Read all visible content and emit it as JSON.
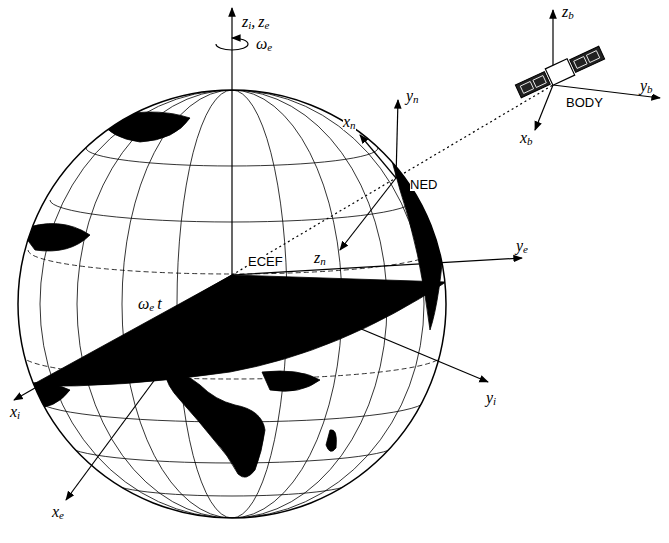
{
  "diagram": {
    "labels": [
      "z",
      "i",
      ",",
      "z",
      "e",
      "ω",
      "e",
      "x",
      "n",
      "y",
      "n",
      "NED",
      "z",
      "n",
      "z",
      "b",
      "y",
      "b",
      "BODY",
      "x",
      "b",
      "ω",
      "e",
      "t",
      "ECEF",
      "x",
      "i",
      "y",
      "i",
      "x",
      "e",
      "y",
      "e"
    ]
  }
}
